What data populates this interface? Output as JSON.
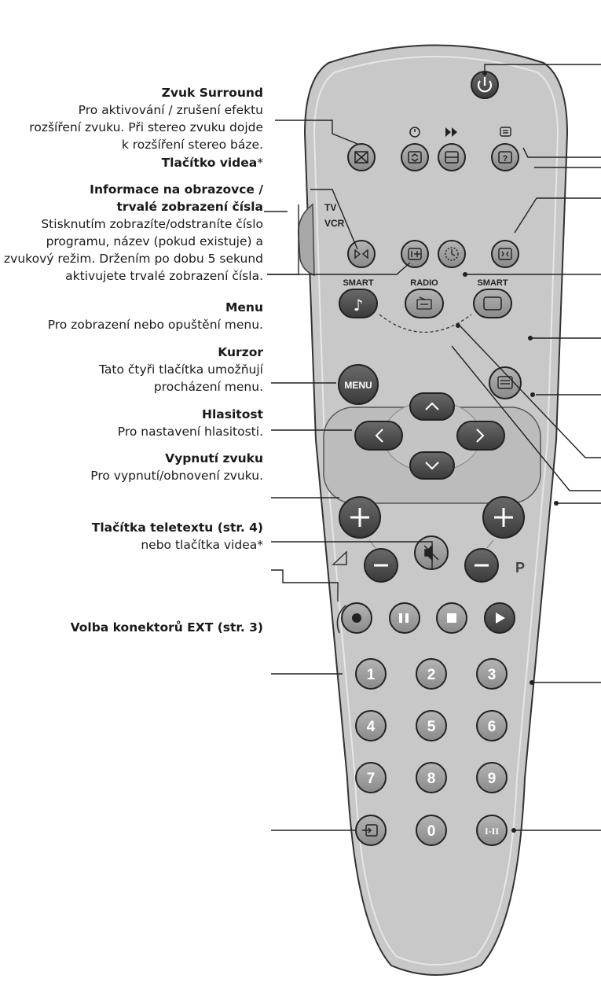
{
  "labels": {
    "surround_title": "Zvuk Surround",
    "surround_desc": "Pro aktivování / zrušení efektu rozšíření zvuku. Při stereo zvuku dojde k rozšíření stereo báze.",
    "video_title": "Tlačítko videa",
    "video_star": "*",
    "info_title_1": "Informace na obrazovce /",
    "info_title_2": "trvalé zobrazení čísla",
    "info_desc": "Stisknutím zobrazíte/odstraníte číslo programu, název (pokud existuje) a zvukový režim. Držením po dobu 5 sekund aktivujete trvalé zobrazení čísla.",
    "menu_title": "Menu",
    "menu_desc": "Pro zobrazení nebo opuštění menu.",
    "cursor_title": "Kurzor",
    "cursor_desc": "Tato čtyři tlačítka umožňují procházení menu.",
    "volume_title": "Hlasitost",
    "volume_desc": "Pro nastavení hlasitosti.",
    "mute_title": "Vypnutí zvuku",
    "mute_desc": "Pro vypnutí/obnovení zvuku.",
    "teletext_title": "Tlačítka teletextu (str. 4)",
    "teletext_desc": "nebo tlačítka videa*",
    "ext_title": "Volba konektorů EXT (str. 3)"
  },
  "remote": {
    "switch_tv": "TV",
    "switch_vcr": "VCR",
    "smart_left": "SMART",
    "radio": "RADIO",
    "smart_right": "SMART",
    "menu_button": "MENU",
    "program_label": "P",
    "mono_stereo": "I-II",
    "digits": [
      "1",
      "2",
      "3",
      "4",
      "5",
      "6",
      "7",
      "8",
      "9",
      "0"
    ]
  },
  "colors": {
    "body": "#c8c8c8",
    "button": "#9a9a9a",
    "dark_button": "#4a4a4a",
    "text": "#1a1a1a"
  }
}
